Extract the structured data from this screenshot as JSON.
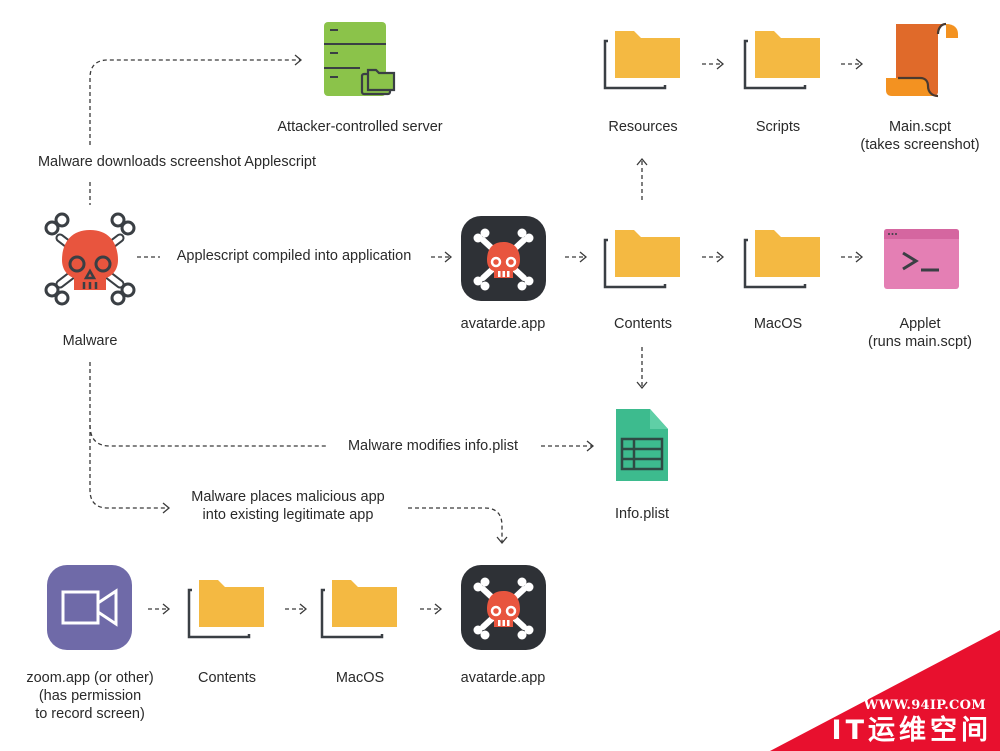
{
  "diagram": {
    "nodes": {
      "malware": {
        "label": "Malware"
      },
      "server": {
        "label": "Attacker-controlled server"
      },
      "avatarde_app_top": {
        "label": "avatarde.app"
      },
      "contents_top": {
        "label": "Contents"
      },
      "resources": {
        "label": "Resources"
      },
      "scripts": {
        "label": "Scripts"
      },
      "main_scpt": {
        "label_line1": "Main.scpt",
        "label_line2": "(takes screenshot)"
      },
      "macos_top": {
        "label": "MacOS"
      },
      "applet": {
        "label_line1": "Applet",
        "label_line2": "(runs main.scpt)"
      },
      "info_plist": {
        "label": "Info.plist"
      },
      "zoom_app": {
        "label_line1": "zoom.app (or other)",
        "label_line2": "(has permission",
        "label_line3": "to record screen)"
      },
      "contents_bottom": {
        "label": "Contents"
      },
      "macos_bottom": {
        "label": "MacOS"
      },
      "avatarde_app_bottom": {
        "label": "avatarde.app"
      }
    },
    "edges": {
      "downloads": "Malware downloads screenshot Applescript",
      "compiled": "Applescript compiled into application",
      "modifies": "Malware modifies info.plist",
      "places_line1": "Malware places malicious app",
      "places_line2": "into existing legitimate app"
    },
    "colors": {
      "skull_red": "#e8553e",
      "app_dark": "#2e3136",
      "folder_yellow": "#f4b942",
      "server_green": "#8bc34a",
      "script_orange": "#e06a2a",
      "script_light": "#f39221",
      "terminal_pink": "#e47fb4",
      "terminal_bar": "#d566a0",
      "plist_teal": "#3dbb8e",
      "zoom_purple": "#6f6aa8",
      "watermark_red": "#e8102e"
    }
  },
  "watermark": {
    "url": "WWW.94IP.COM",
    "brand": "IT运维空间"
  }
}
